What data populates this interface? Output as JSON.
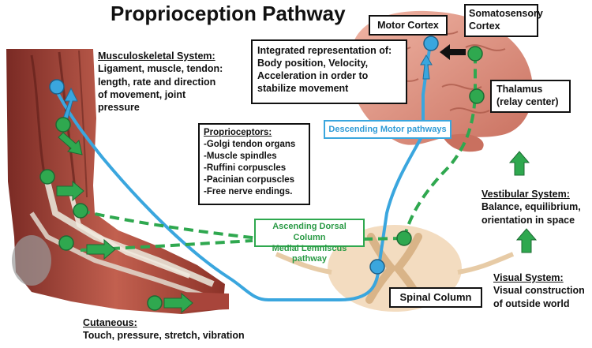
{
  "title": "Proprioception Pathway",
  "musculoskeletal": {
    "heading": "Musculoskeletal System:",
    "lines": [
      "Ligament, muscle, tendon:",
      "length, rate and direction",
      "of movement, joint",
      "pressure"
    ]
  },
  "integrated": {
    "lines": [
      "Integrated representation of:",
      "Body position, Velocity,",
      "Acceleration in order to",
      "stabilize movement"
    ]
  },
  "motor_cortex": "Motor Cortex",
  "somatosensory": [
    "Somatosensory",
    "Cortex"
  ],
  "thalamus": [
    "Thalamus",
    "(relay center)"
  ],
  "proprioceptors": {
    "heading": "Proprioceptors:",
    "items": [
      "-Golgi tendon organs",
      "-Muscle spindles",
      "-Ruffini corpuscles",
      "-Pacinian corpuscles",
      "-Free nerve endings."
    ]
  },
  "descending": "Descending Motor pathways",
  "ascending": [
    "Ascending Dorsal Column",
    "Medial Lemniscus pathway"
  ],
  "vestibular": {
    "heading": "Vestibular System:",
    "lines": [
      "Balance, equilibrium,",
      "orientation in space"
    ]
  },
  "visual": {
    "heading": "Visual System:",
    "lines": [
      "Visual construction",
      "of outside world"
    ]
  },
  "spinal_column": "Spinal Column",
  "cutaneous": {
    "heading": "Cutaneous:",
    "line": "Touch, pressure, stretch, vibration"
  },
  "colors": {
    "motor_blue": "#3aa6de",
    "sensory_green": "#2fa84f",
    "muscle": "#b8564a",
    "brain": "#e6a08f",
    "spinal": "#f3dcc0"
  }
}
